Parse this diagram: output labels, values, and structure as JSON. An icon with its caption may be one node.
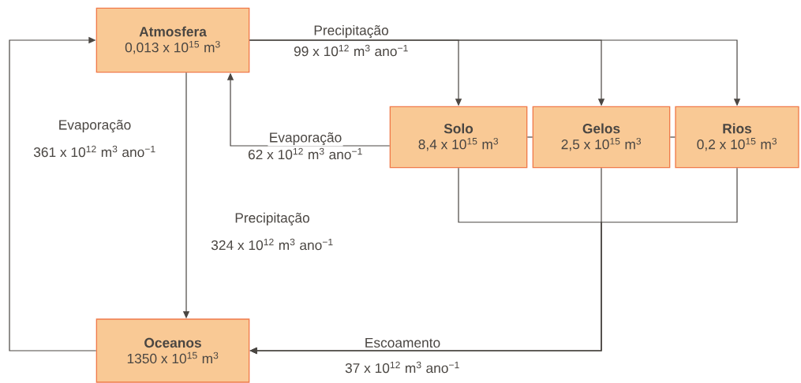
{
  "diagram": {
    "nodes": [
      {
        "text": [
          "Atmosfera",
          "0,013 x 10$^{15}$ m$^{3}$"
        ]
      },
      {
        "text": [
          "Solo",
          "8,4 x 10$^{15}$ m$^{3}$"
        ]
      },
      {
        "text": [
          "Gelos",
          "2,5 x 10$^{15}$ m$^{3}$"
        ]
      },
      {
        "text": [
          "Rios",
          "0,2 x 10$^{15}$ m$^{3}$"
        ]
      },
      {
        "text": [
          "Oceanos",
          "1350 x 10$^{15}$ m$^{3}$"
        ]
      }
    ],
    "edges": [
      {
        "from": 4,
        "to": 0,
        "arrow": "to",
        "label": "Evaporação"
      },
      {
        "from": 0,
        "to": 1,
        "arrow": "to",
        "label": "Precipitação"
      },
      {
        "from": 0,
        "to": 2,
        "arrow": "to"
      },
      {
        "from": 0,
        "to": 3,
        "arrow": "to"
      },
      {
        "from": 1,
        "to": 0,
        "arrow": "to",
        "label": "Evaporação"
      },
      {
        "from": 0,
        "to": 4,
        "arrow": "to",
        "label": "Precipitação"
      },
      {
        "from": 1,
        "to": 4,
        "arrow": "to",
        "label": "Escoamento"
      },
      {
        "from": 2,
        "to": 4,
        "arrow": "to"
      },
      {
        "from": 3,
        "to": 4,
        "arrow": "to"
      },
      {
        "from": 1,
        "to": 2,
        "arrow": "none"
      },
      {
        "from": 2,
        "to": 3,
        "arrow": "none"
      }
    ],
    "labels": [
      "99 x 10$^{12}$ m$^{3}$ ano$^{−1}$",
      "361 x 10$^{12}$ m$^{3}$ ano$^{−1}$",
      "62 x 10$^{12}$ m$^{3}$ ano$^{−1}$",
      "324 x 10$^{12}$ m$^{3}$ ano$^{−1}$",
      "37 x 10$^{12}$ m$^{3}$ ano$^{−1}$"
    ]
  }
}
